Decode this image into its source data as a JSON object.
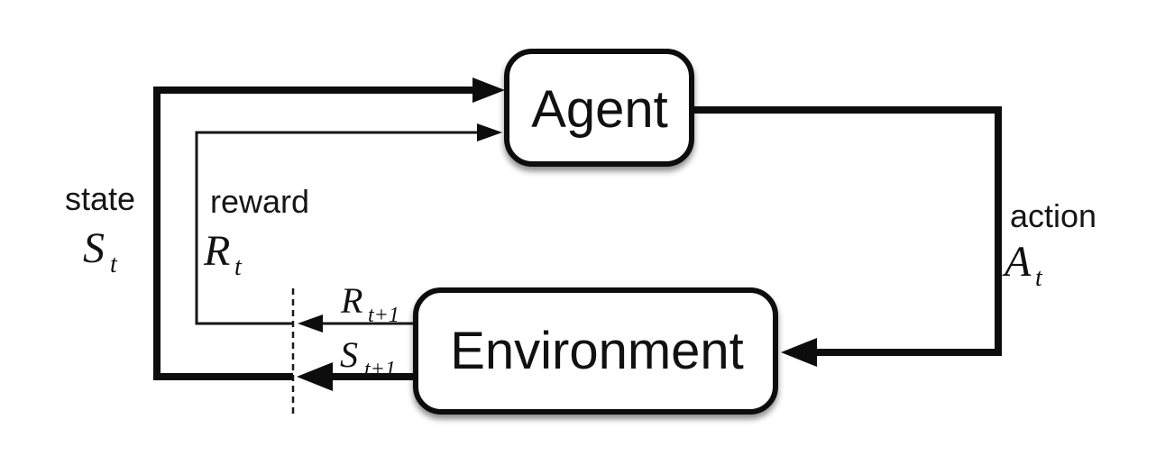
{
  "diagram": {
    "type": "flow",
    "background_color": "#ffffff",
    "line_color": "#0d0d0d",
    "box_fill_color": "#ffffff",
    "nodes": {
      "agent": {
        "label": "Agent"
      },
      "environment": {
        "label": "Environment"
      }
    },
    "edges": {
      "state": {
        "from": "environment",
        "to": "agent",
        "word": "state",
        "symbol": "S",
        "subscript": "t"
      },
      "reward": {
        "from": "environment",
        "to": "agent",
        "word": "reward",
        "symbol": "R",
        "subscript": "t"
      },
      "action": {
        "from": "agent",
        "to": "environment",
        "word": "action",
        "symbol": "A",
        "subscript": "t"
      },
      "next_reward": {
        "symbol": "R",
        "subscript": "t+1"
      },
      "next_state": {
        "symbol": "S",
        "subscript": "t+1"
      }
    }
  }
}
